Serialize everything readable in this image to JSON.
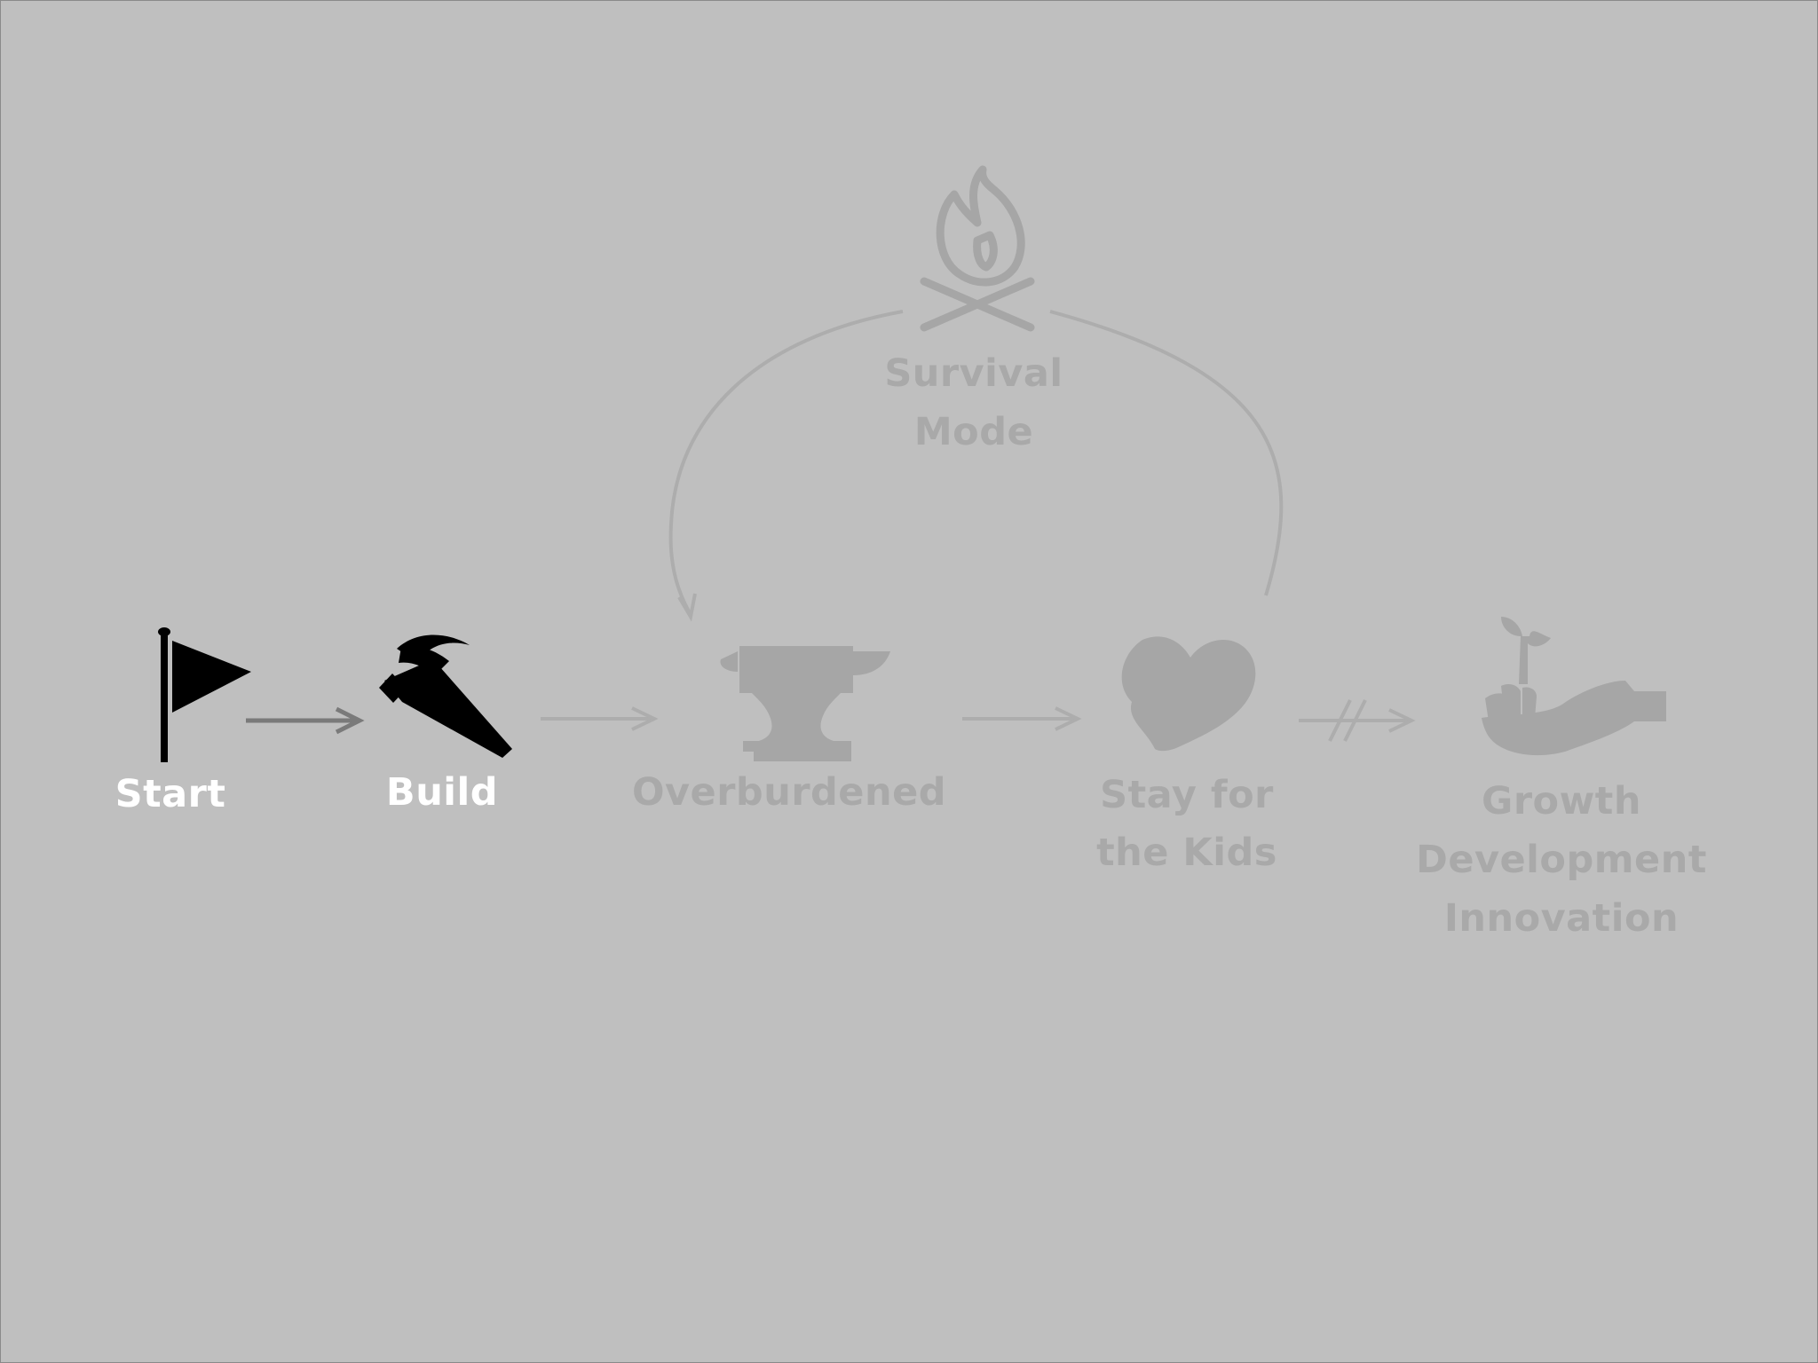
{
  "colors": {
    "background": "#bfbfbf",
    "active_icon": "#000000",
    "active_text": "#ffffff",
    "active_arrow": "#7a7a7a",
    "faded": "#a6a6a6",
    "faded_text": "#a9a9a9"
  },
  "nodes": {
    "start": {
      "label": "Start",
      "icon": "flag-icon",
      "active": true
    },
    "build": {
      "label": "Build",
      "icon": "hammer-icon",
      "active": true
    },
    "overburdened": {
      "label": "Overburdened",
      "icon": "anvil-icon",
      "active": false
    },
    "stay": {
      "lines": [
        "Stay for",
        "the Kids"
      ],
      "icon": "heart-icon",
      "active": false
    },
    "growth": {
      "lines": [
        "Growth",
        "Development",
        "Innovation"
      ],
      "icon": "plant-in-hand-icon",
      "active": false
    },
    "survival": {
      "lines": [
        "Survival",
        "Mode"
      ],
      "icon": "campfire-icon",
      "active": false
    }
  },
  "edges": [
    {
      "from": "Start",
      "to": "Build",
      "active": true
    },
    {
      "from": "Build",
      "to": "Overburdened",
      "active": false
    },
    {
      "from": "Overburdened",
      "to": "Stay for the Kids",
      "active": false
    },
    {
      "from": "Stay for the Kids",
      "to": "Growth Development Innovation",
      "active": false,
      "blocked": true
    },
    {
      "from": "Stay for the Kids",
      "to": "Overburdened",
      "via": "Survival Mode",
      "active": false
    }
  ]
}
